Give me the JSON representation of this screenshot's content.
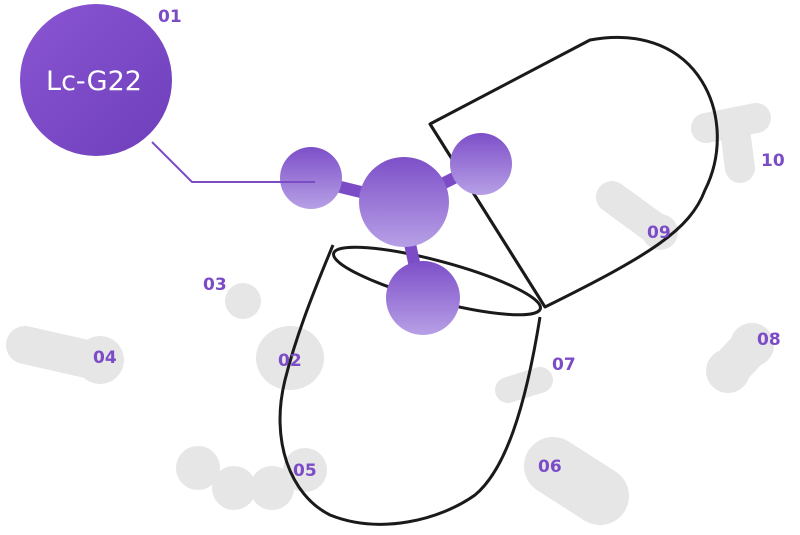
{
  "hub": {
    "code": "01",
    "label": "Lc-G22"
  },
  "labels": {
    "l02": "02",
    "l03": "03",
    "l04": "04",
    "l05": "05",
    "l06": "06",
    "l07": "07",
    "l08": "08",
    "l09": "09",
    "l10": "10"
  },
  "colors": {
    "accent": "#7b4cc6",
    "accent_light": "#b9a2e4",
    "grey_blob": "#e6e6e6",
    "outline": "#1a1a1a"
  }
}
